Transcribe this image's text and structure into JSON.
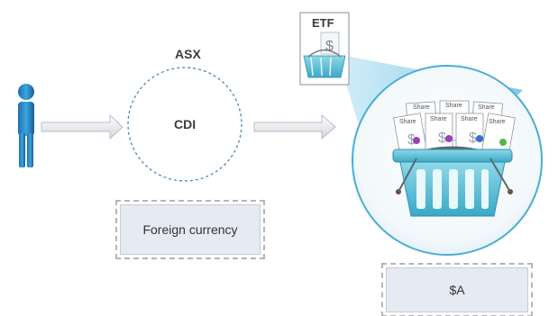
{
  "labels": {
    "exchange": "ASX",
    "instrument": "CDI",
    "fund": "ETF",
    "foreign_currency": "Foreign currency",
    "local_currency": "$A",
    "share": "Share"
  },
  "icons": {
    "investor": "person-icon",
    "arrow_1": "right-arrow-icon",
    "arrow_2": "right-arrow-icon",
    "fund_card": "etf-basket-card-icon",
    "basket": "shopping-basket-icon",
    "certificates": "share-certificate-icon"
  },
  "colors": {
    "accent": "#2f9fd6",
    "basket": "#5ec1d8",
    "circle_dash": "#4a86b8",
    "box_fill": "#e6eaf2"
  }
}
